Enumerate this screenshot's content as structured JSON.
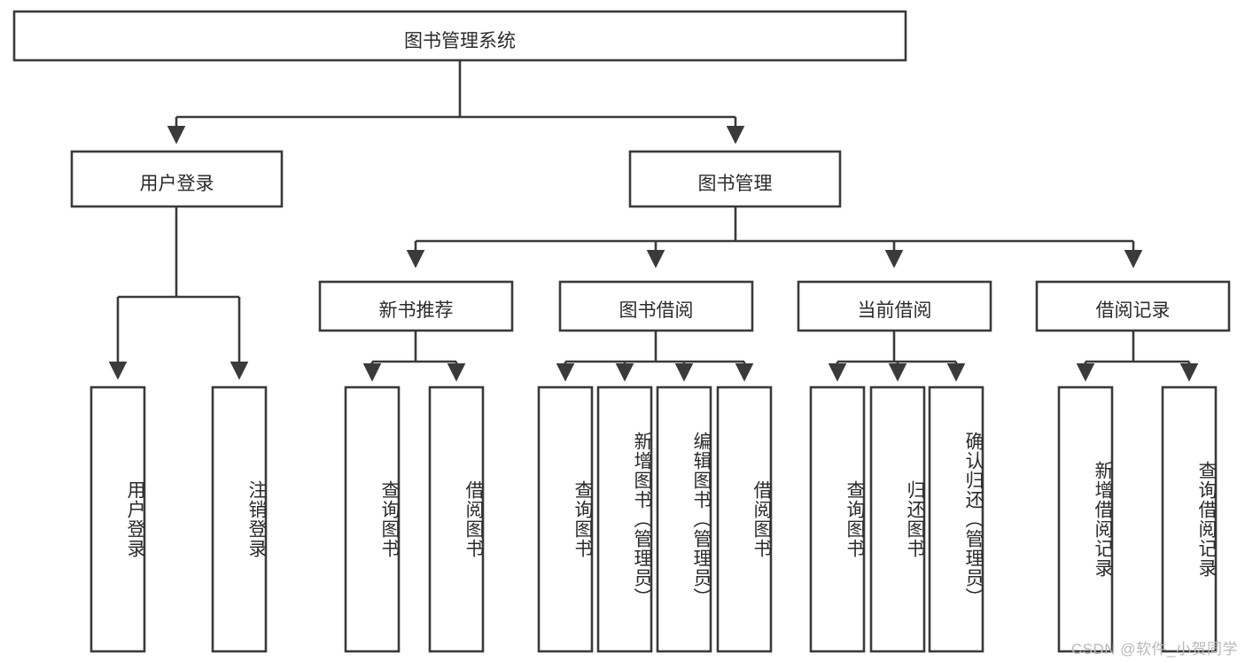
{
  "diagram": {
    "title": "图书管理系统",
    "watermark": "CSDN @软件_小贺同学",
    "colors": {
      "stroke": "#3a3a3a",
      "box_fill": "#ffffff",
      "text": "#2b2b2b",
      "watermark": "#b9b9b9",
      "background": "#ffffff"
    },
    "root": {
      "label": "图书管理系统"
    },
    "level2": [
      {
        "label": "用户登录"
      },
      {
        "label": "图书管理"
      }
    ],
    "level3": [
      {
        "label": "新书推荐"
      },
      {
        "label": "图书借阅"
      },
      {
        "label": "当前借阅"
      },
      {
        "label": "借阅记录"
      }
    ],
    "leaves": {
      "user_login": [
        {
          "label": "用户登录"
        },
        {
          "label": "注销登录"
        }
      ],
      "new_book_recommend": [
        {
          "label": "查询图书"
        },
        {
          "label": "借阅图书"
        }
      ],
      "book_borrow": [
        {
          "label": "查询图书"
        },
        {
          "label": "新增图书（管理员）"
        },
        {
          "label": "编辑图书（管理员）"
        },
        {
          "label": "借阅图书"
        }
      ],
      "current_borrow": [
        {
          "label": "查询图书"
        },
        {
          "label": "归还图书"
        },
        {
          "label": "确认归还（管理员）"
        }
      ],
      "borrow_record": [
        {
          "label": "新增借阅记录"
        },
        {
          "label": "查询借阅记录"
        }
      ]
    }
  }
}
